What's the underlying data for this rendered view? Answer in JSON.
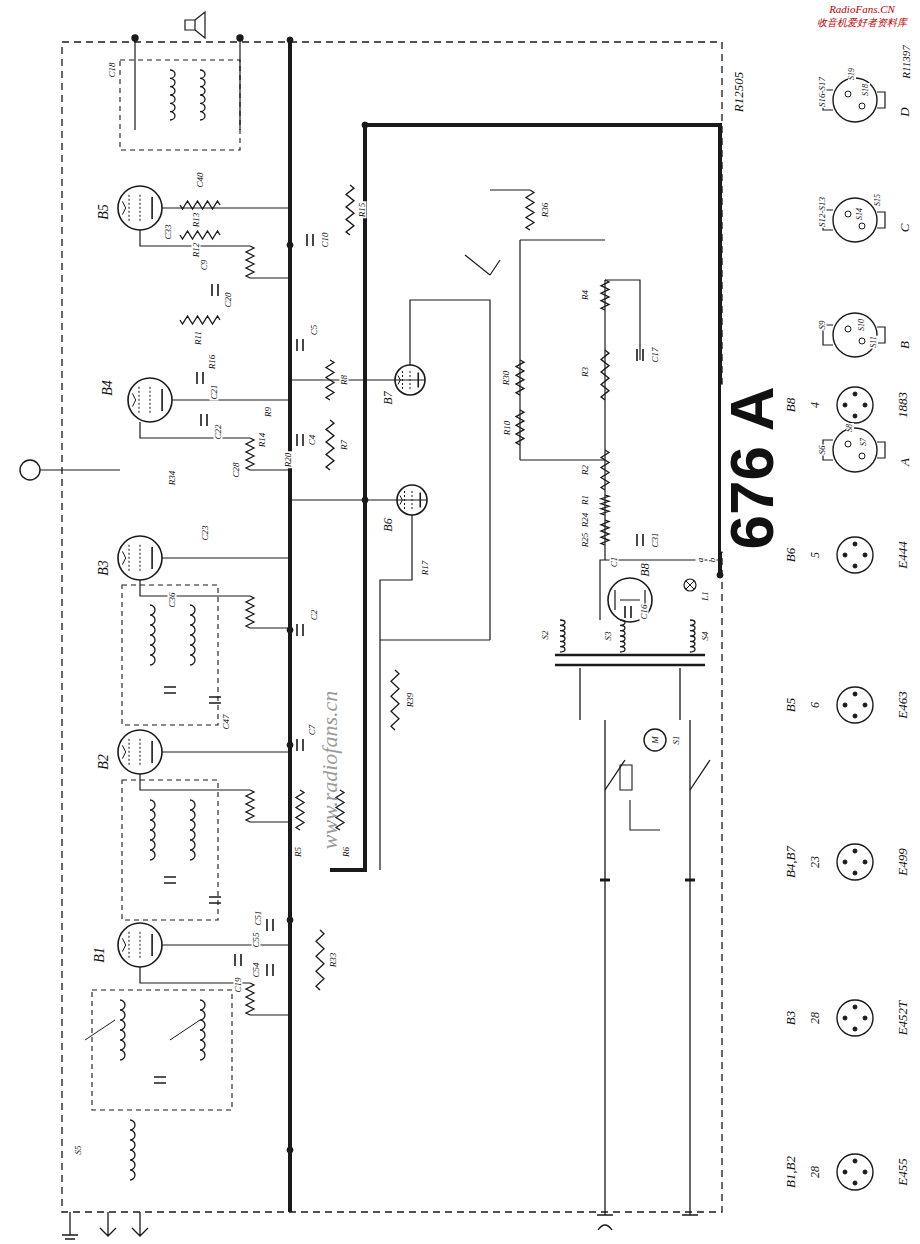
{
  "diagram": {
    "title": "676 A",
    "labels": [
      "RadioFans.CN",
      "收音机爱好者资料库",
      "R12505",
      "R11397",
      "D",
      "C",
      "B",
      "A",
      "S16-S17",
      "S18",
      "S19",
      "S12-S13",
      "S14",
      "S15",
      "S9",
      "S10",
      "S11",
      "S6",
      "S7",
      "S8",
      "B8",
      "4",
      "1883",
      "B6",
      "5",
      "E444",
      "B5",
      "6",
      "E463",
      "B4,B7",
      "23",
      "E499",
      "B3",
      "28",
      "E452T",
      "B1,B2",
      "28",
      "E455",
      "www.radiofans.cn",
      "B1",
      "B2",
      "B3",
      "B4",
      "B5",
      "B6",
      "B7",
      "B8",
      "R1",
      "R2",
      "R3",
      "R4",
      "R24",
      "R25",
      "R5",
      "R6",
      "R7",
      "R8",
      "R9",
      "R10",
      "R11",
      "R12",
      "R13",
      "R14",
      "R15",
      "R16",
      "R17",
      "R20",
      "R30",
      "R33",
      "R34",
      "R36",
      "R39",
      "C1",
      "C2",
      "C4",
      "C5",
      "C7",
      "C9",
      "C10",
      "C16",
      "C17",
      "C18",
      "C19",
      "C20",
      "C21",
      "C22",
      "C23",
      "C28",
      "C31",
      "C33",
      "C36",
      "C40",
      "C47",
      "C51",
      "C54",
      "C55",
      "S1",
      "M",
      "S2",
      "S3",
      "S4",
      "L1",
      "a",
      "b",
      "S5"
    ]
  }
}
